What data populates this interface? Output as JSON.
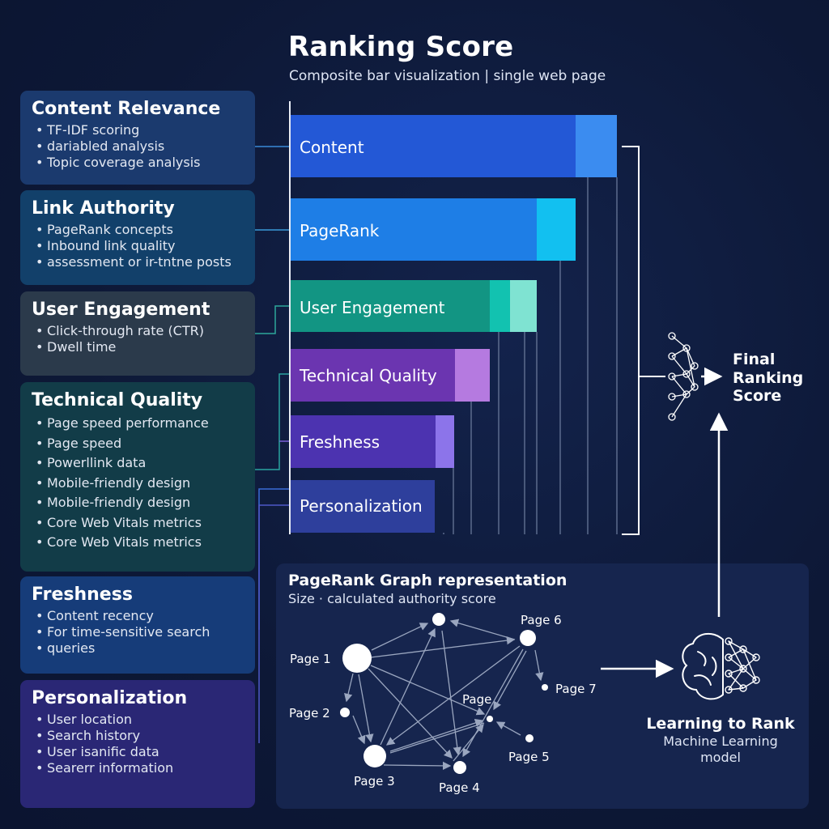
{
  "header": {
    "title": "Ranking Score",
    "subtitle": "Composite bar visualization | single web page"
  },
  "factors": [
    {
      "title": "Content Relevance",
      "items": [
        "TF-IDF scoring",
        "dariabled analysis",
        "Topic coverage analysis"
      ]
    },
    {
      "title": "Link Authority",
      "items": [
        "PageRank concepts",
        "Inbound link quality",
        "assessment or ir-tntne posts"
      ]
    },
    {
      "title": "User Engagement",
      "items": [
        "Click-through rate (CTR)",
        "Dwell time"
      ]
    },
    {
      "title": "Technical Quality",
      "items": [
        "Page speed performance",
        "Page speed",
        "Powerllink data",
        "Mobile-friendly design",
        "Mobile-friendly design",
        "Core Web Vitals metrics",
        "Core Web Vitals metrics"
      ]
    },
    {
      "title": "Freshness",
      "items": [
        "Content recency",
        "For time-sensitive search",
        "queries"
      ]
    },
    {
      "title": "Personalization",
      "items": [
        "User location",
        "Search history",
        "User isanific data",
        "Searerr information"
      ]
    }
  ],
  "bars": [
    {
      "label": "Content",
      "color": "#2358d6",
      "accent": "#3b8cf0"
    },
    {
      "label": "PageRank",
      "color": "#1e7ee6",
      "accent": "#12c0f0"
    },
    {
      "label": "User Engagement",
      "color": "#129583",
      "accent": "#12c2b0",
      "accent2": "#7fe3d2"
    },
    {
      "label": "Technical Quality",
      "color": "#6b35b0",
      "accent": "#b57ae0"
    },
    {
      "label": "Freshness",
      "color": "#4c33b0",
      "accent": "#8c74ea"
    },
    {
      "label": "Personalization",
      "color": "#2e3f9c",
      "accent": null
    }
  ],
  "final": {
    "line1": "Final",
    "line2": "Ranking",
    "line3": "Score"
  },
  "graph": {
    "title": "PageRank Graph representation",
    "subtitle": "Size · calculated authority score",
    "nodes": [
      "Page 1",
      "Page 2",
      "Page 3",
      "Page 4",
      "Page 5",
      "Page 6",
      "Page 7",
      "Page"
    ]
  },
  "ltr": {
    "title": "Learning to Rank",
    "line1": "Machine Learning",
    "line2": "model"
  },
  "icons": {
    "neural": "neural-network-icon",
    "brain": "brain-network-icon"
  }
}
